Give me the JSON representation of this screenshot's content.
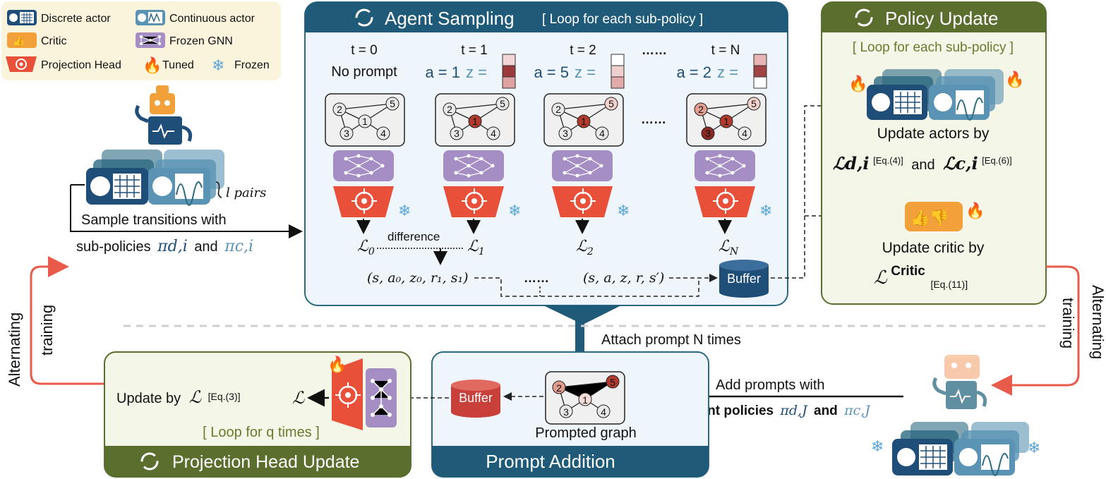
{
  "legend": {
    "discrete_actor": "Discrete actor",
    "continuous_actor": "Continuous actor",
    "critic": "Critic",
    "frozen_gnn": "Frozen GNN",
    "projection_head": "Projection Head",
    "tuned": "Tuned",
    "frozen": "Frozen"
  },
  "agent_sampling": {
    "title": "Agent Sampling",
    "loop_note": "[ Loop for each sub-policy ]",
    "steps": [
      {
        "t": "t = 0",
        "action": "No prompt",
        "z": [],
        "loss": "ℒ",
        "loss_sub": "0"
      },
      {
        "t": "t = 1",
        "action": "a = 1",
        "z": [
          "#f2d6d6",
          "#9b3a3a",
          "#dfa2a2"
        ],
        "loss": "ℒ",
        "loss_sub": "1"
      },
      {
        "t": "t = 2",
        "action": "a = 5",
        "z": [
          "#ffffff",
          "#f0cfcf",
          "#e3aaaa"
        ],
        "loss": "ℒ",
        "loss_sub": "2"
      },
      {
        "t": "t = N",
        "action": "a = 2",
        "z": [
          "#e9b4b4",
          "#a24444",
          "#ffffff"
        ],
        "loss": "ℒ",
        "loss_sub": "N"
      }
    ],
    "z_label": "z =",
    "ellipsis": "……",
    "difference": "difference",
    "tuple1": "(s, a₀, z₀, r₁, s₁)",
    "tuple2": "(s, a, z, r, s′)",
    "buffer": "Buffer"
  },
  "left_agent": {
    "l_pairs": "l pairs",
    "sample_line1": "Sample transitions with",
    "sample_line2": "sub-policies",
    "pi_d_i": "πd,i",
    "and": "and",
    "pi_c_i": "πc,i"
  },
  "policy_update": {
    "title": "Policy Update",
    "loop_note": "[ Loop for each sub-policy ]",
    "actors_line1": "Update actors by",
    "actors_line2_a": "ℒd,i",
    "eq4": "[Eq.(4)]",
    "and": "and",
    "actors_line2_b": "ℒc,i",
    "eq6": "[Eq.(6)]",
    "critic_line1": "Update critic by",
    "critic_loss": "ℒ",
    "critic_sup": "Critic",
    "eq11": "[Eq.(11)]"
  },
  "alternating": {
    "line1": "Alternating",
    "line2": "training"
  },
  "attach": "Attach prompt N times",
  "prompt_addition": {
    "title": "Prompt Addition",
    "graph_label": "Prompted graph",
    "buffer": "Buffer"
  },
  "right_agent": {
    "line1": "Add prompts with",
    "line2": "joint policies",
    "pi_d_J": "πd,J",
    "and": "and",
    "pi_c_J": "πc,J"
  },
  "projection_update": {
    "title": "Projection Head Update",
    "update_by": "Update by",
    "loss": "ℒ",
    "eq3": "[Eq.(3)]",
    "out_loss": "ℒ",
    "loop_note": "[ Loop for q times ]"
  },
  "colors": {
    "navy": "#1f4e79",
    "teal": "#2c6a82",
    "olive": "#5a6e2e",
    "red": "#e8503a",
    "purple": "#a58ec4",
    "light_blue_bg": "#eef6fb",
    "light_green_bg": "#f4f6e8"
  }
}
